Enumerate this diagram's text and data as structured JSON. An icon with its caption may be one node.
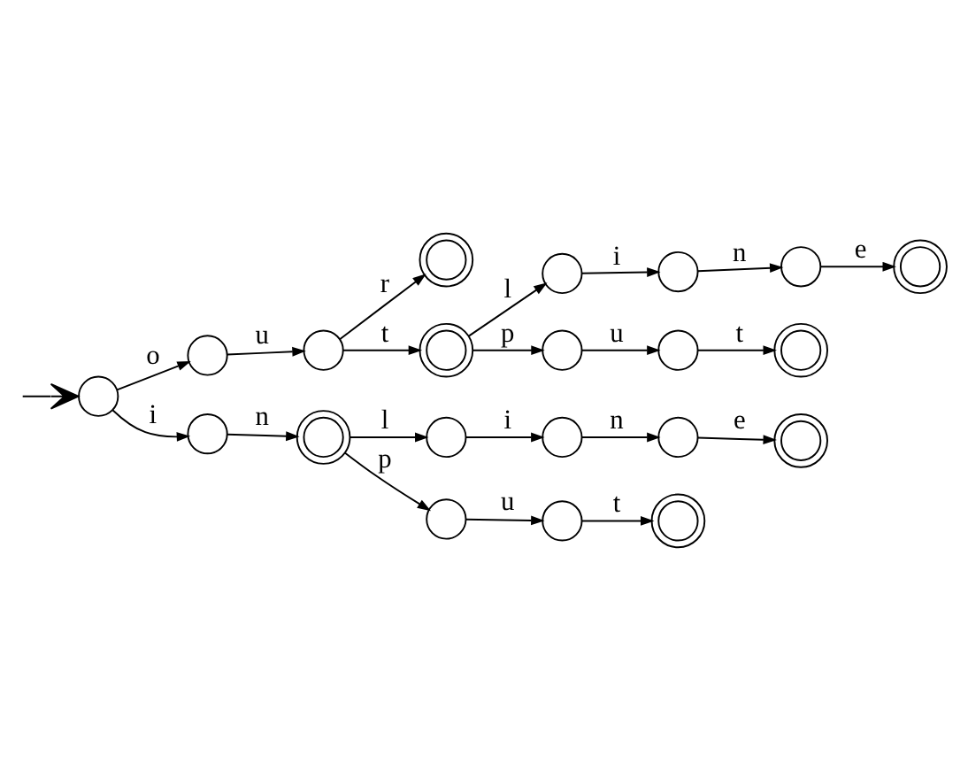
{
  "diagram": {
    "nodes": [
      {
        "text": [],
        "shape": "circle"
      },
      {
        "text": [],
        "shape": "circle"
      },
      {
        "text": [],
        "shape": "circle"
      },
      {
        "text": [],
        "shape": "doublecircle"
      },
      {
        "text": [],
        "shape": "doublecircle"
      },
      {
        "text": [],
        "shape": "circle"
      },
      {
        "text": [],
        "shape": "circle"
      },
      {
        "text": [],
        "shape": "circle"
      },
      {
        "text": [],
        "shape": "doublecircle"
      },
      {
        "text": [],
        "shape": "circle"
      },
      {
        "text": [],
        "shape": "circle"
      },
      {
        "text": [],
        "shape": "doublecircle"
      },
      {
        "text": [],
        "shape": "circle"
      },
      {
        "text": [],
        "shape": "doublecircle"
      },
      {
        "text": [],
        "shape": "circle"
      },
      {
        "text": [],
        "shape": "circle"
      },
      {
        "text": [],
        "shape": "circle"
      },
      {
        "text": [],
        "shape": "doublecircle"
      },
      {
        "text": [],
        "shape": "circle"
      },
      {
        "text": [],
        "shape": "circle"
      },
      {
        "text": [],
        "shape": "doublecircle"
      }
    ],
    "edges": [
      {
        "from": null,
        "to": 0,
        "arrow": "to"
      },
      {
        "from": 0,
        "to": 1,
        "arrow": "to",
        "label": "o"
      },
      {
        "from": 1,
        "to": 2,
        "arrow": "to",
        "label": "u"
      },
      {
        "from": 2,
        "to": 3,
        "arrow": "to",
        "label": "r"
      },
      {
        "from": 2,
        "to": 4,
        "arrow": "to",
        "label": "t"
      },
      {
        "from": 4,
        "to": 5,
        "arrow": "to",
        "label": "l"
      },
      {
        "from": 5,
        "to": 6,
        "arrow": "to",
        "label": "i"
      },
      {
        "from": 6,
        "to": 7,
        "arrow": "to",
        "label": "n"
      },
      {
        "from": 7,
        "to": 8,
        "arrow": "to",
        "label": "e"
      },
      {
        "from": 4,
        "to": 9,
        "arrow": "to",
        "label": "p"
      },
      {
        "from": 9,
        "to": 10,
        "arrow": "to",
        "label": "u"
      },
      {
        "from": 10,
        "to": 11,
        "arrow": "to",
        "label": "t"
      },
      {
        "from": 0,
        "to": 12,
        "arrow": "to",
        "label": "i"
      },
      {
        "from": 12,
        "to": 13,
        "arrow": "to",
        "label": "n"
      },
      {
        "from": 13,
        "to": 14,
        "arrow": "to",
        "label": "l"
      },
      {
        "from": 14,
        "to": 15,
        "arrow": "to",
        "label": "i"
      },
      {
        "from": 15,
        "to": 16,
        "arrow": "to",
        "label": "n"
      },
      {
        "from": 16,
        "to": 17,
        "arrow": "to",
        "label": "e"
      },
      {
        "from": 13,
        "to": 18,
        "arrow": "to",
        "label": "p"
      },
      {
        "from": 18,
        "to": 19,
        "arrow": "to",
        "label": "u"
      },
      {
        "from": 19,
        "to": 20,
        "arrow": "to",
        "label": "t"
      }
    ]
  }
}
